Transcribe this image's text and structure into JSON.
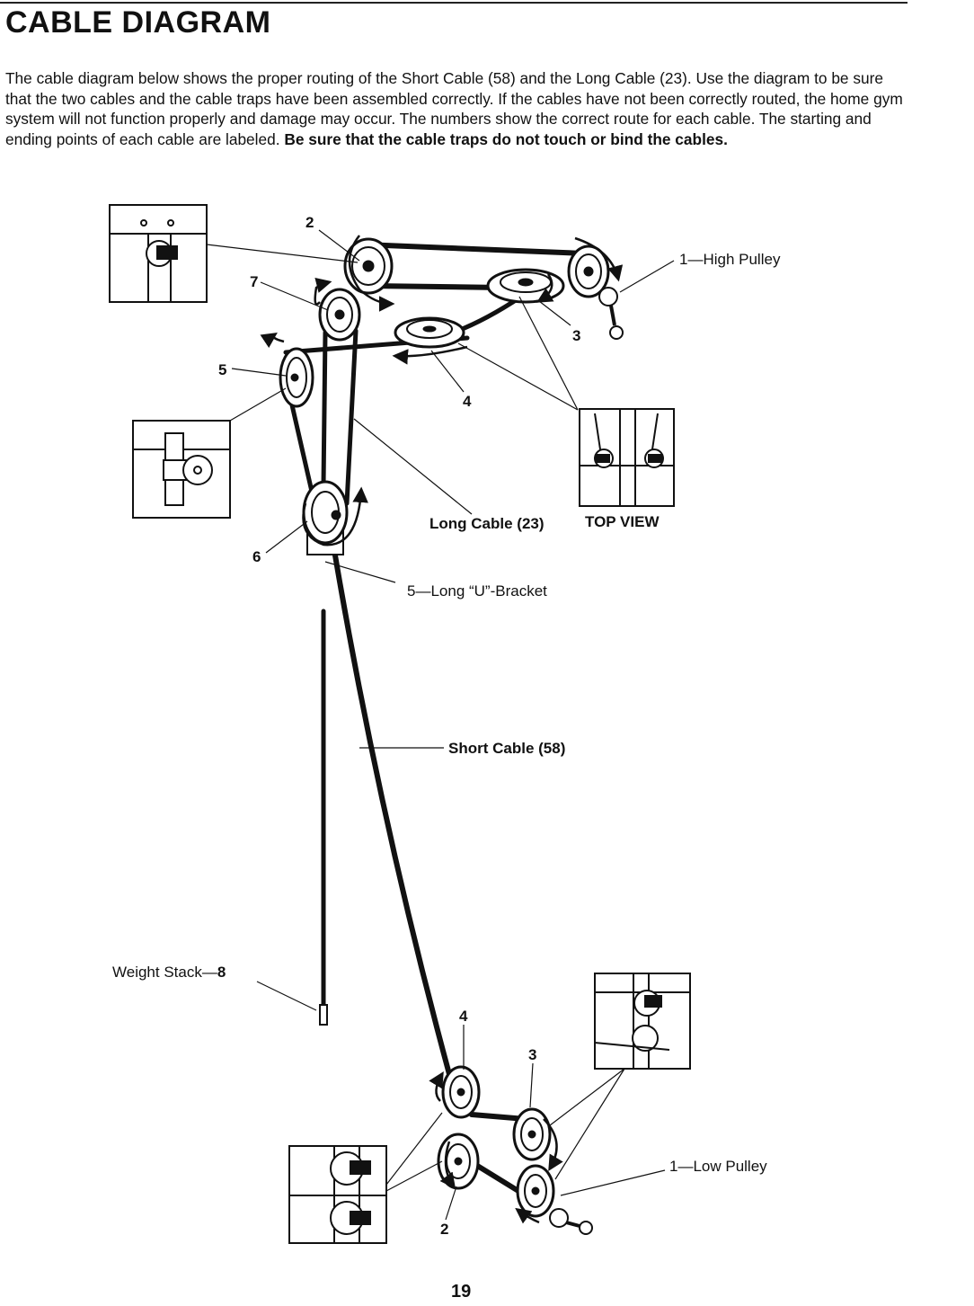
{
  "title": "CABLE DIAGRAM",
  "intro": {
    "text": "The cable diagram below shows the proper routing of the Short Cable (58) and the Long Cable (23). Use the diagram to be sure that the two cables and the cable traps have been assembled correctly. If the cables have not been correctly routed, the home gym system will not function properly and damage may occur. The numbers show the correct route for each cable. The starting and ending points of each cable are labeled.",
    "emphasis": "Be sure that the cable traps do not touch or bind the cables."
  },
  "labels": {
    "high_pulley": "1—High Pulley",
    "long_cable": "Long Cable (23)",
    "top_view": "TOP VIEW",
    "u_bracket": "5—Long “U”-Bracket",
    "short_cable": "Short Cable (58)",
    "weight_stack_prefix": "Weight Stack—",
    "weight_stack_num": "8",
    "low_pulley": "1—Low Pulley"
  },
  "numbers": {
    "n2_top": "2",
    "n7": "7",
    "n5": "5",
    "n3_top": "3",
    "n4_top": "4",
    "n6": "6",
    "n4_bottom": "4",
    "n3_bottom": "3",
    "n2_bottom": "2"
  },
  "page_number": "19"
}
